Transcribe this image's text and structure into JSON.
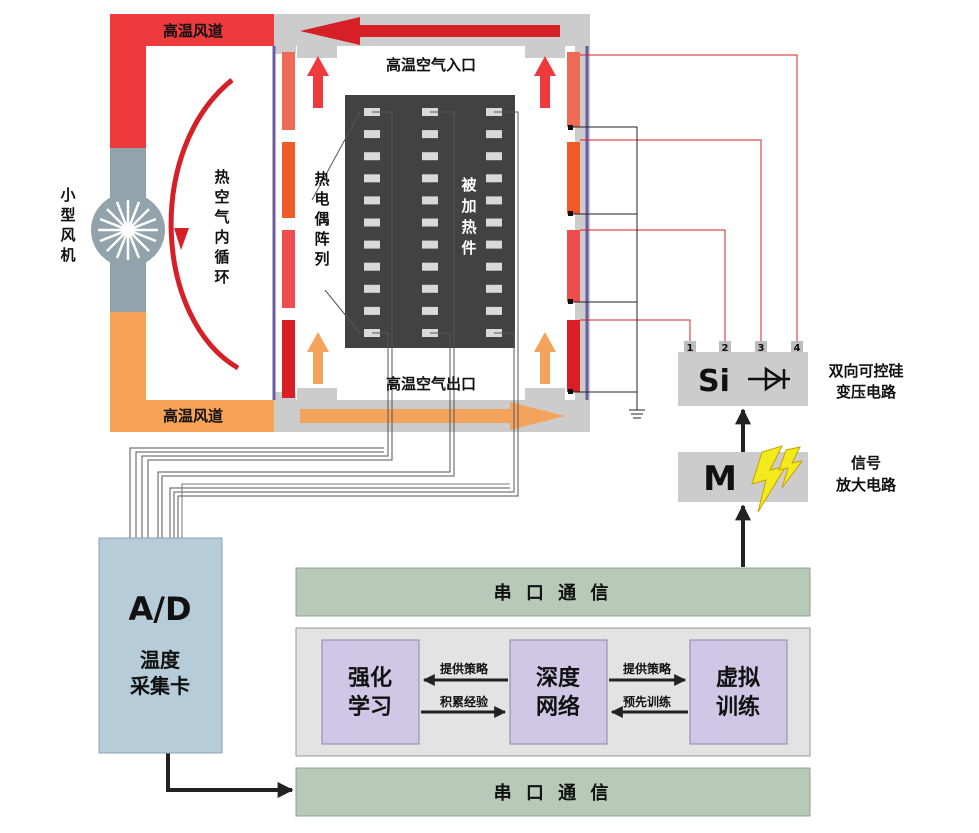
{
  "furnace": {
    "duct_top": "高温风道",
    "duct_bottom": "高温风道",
    "fan_label": "小型风机",
    "circulation_label": "热空气内循环",
    "inlet": "高温空气入口",
    "outlet": "高温空气出口",
    "thermocouple_label": "热电偶阵列",
    "workpiece_label": "被加热件"
  },
  "power": {
    "pins": [
      "1",
      "2",
      "3",
      "4"
    ],
    "si_symbol": "Si",
    "si_label_line1": "双向可控硅",
    "si_label_line2": "变压电路",
    "m_symbol": "M",
    "m_label_line1": "信号",
    "m_label_line2": "放大电路"
  },
  "control": {
    "ad_title": "A/D",
    "ad_line1": "温度",
    "ad_line2": "采集卡",
    "serial_top": "串 口 通 信",
    "serial_bottom": "串 口 通 信",
    "rl_line1": "强化",
    "rl_line2": "学习",
    "dn_line1": "深度",
    "dn_line2": "网络",
    "vt_line1": "虚拟",
    "vt_line2": "训练",
    "edge_rl_from_dn": "提供策略",
    "edge_rl_to_dn": "积累经验",
    "edge_dn_to_vt": "提供策略",
    "edge_vt_to_dn": "预先训练"
  },
  "colors": {
    "duct_red": "#ee3a3d",
    "duct_orange": "#f6a356",
    "fan_gray": "#92a3ab",
    "chamber_gray": "#cccccc",
    "workpiece_dark": "#424242",
    "box_green": "#b7c9b9",
    "box_lavender": "#cec8e6",
    "ad_blue": "#b6ccd9",
    "arrow_orange": "#f4a35c",
    "bolt_yellow": "#f3ea1d"
  }
}
